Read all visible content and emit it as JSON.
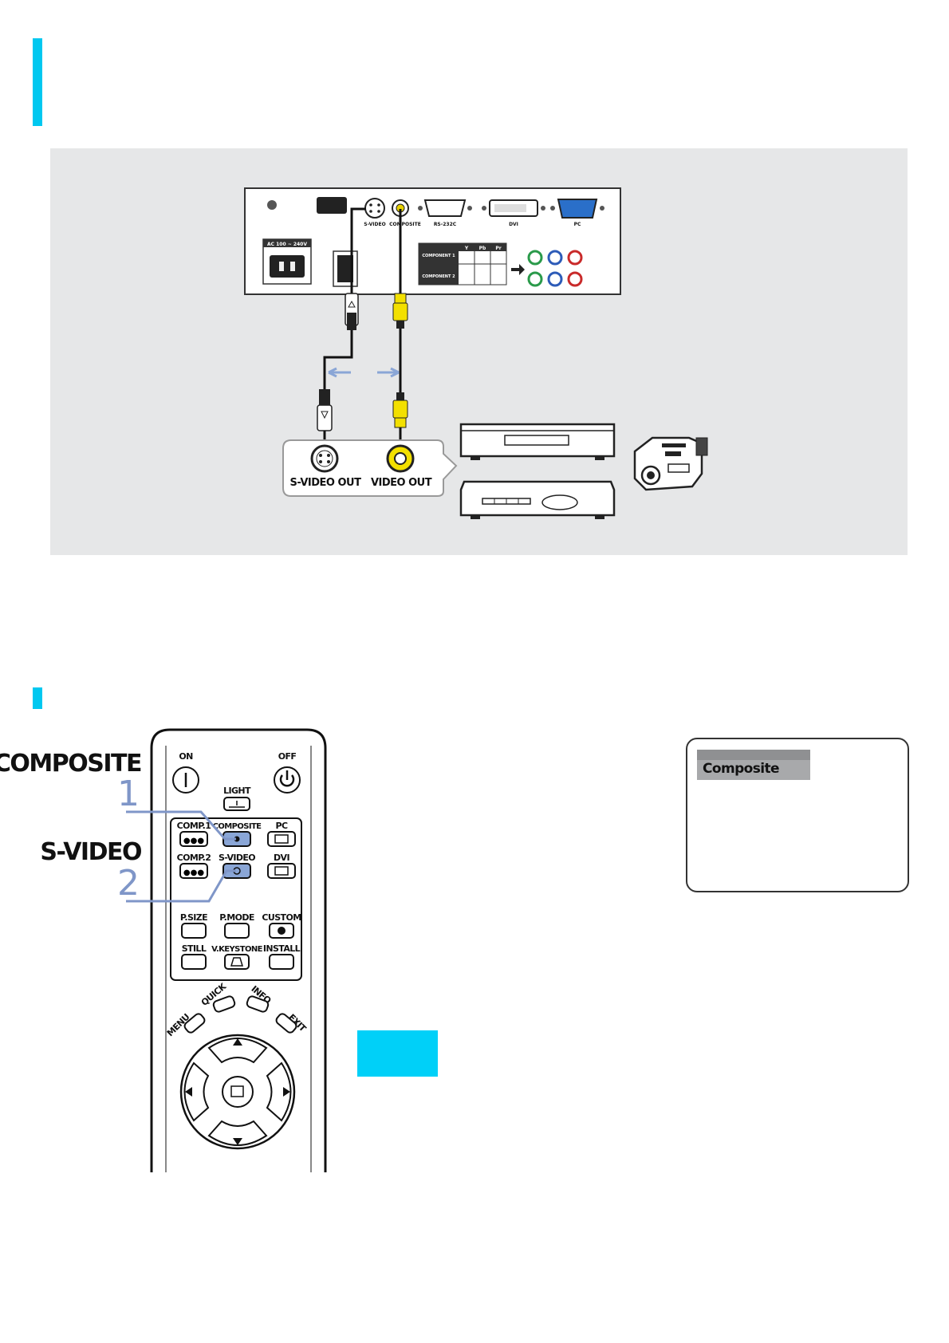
{
  "colors": {
    "accent": "#00c8f0",
    "panel": "#e6e7e8",
    "highlight": "#7f96c8",
    "cable_yellow": "#f3e000"
  },
  "projector_panel": {
    "ports": [
      "S-VIDEO",
      "COMPOSITE",
      "RS-232C",
      "DVI",
      "PC"
    ],
    "power": "AC 100 ~ 240V",
    "component_rows": [
      "COMPONENT 1",
      "COMPONENT 2"
    ],
    "component_cols": [
      "Y",
      "Pb",
      "Pr"
    ]
  },
  "source_device": {
    "svideo_out": "S-VIDEO OUT",
    "video_out": "VIDEO OUT"
  },
  "remote_steps": {
    "composite_title": "COMPOSITE",
    "composite_step": "1",
    "svideo_title": "S-VIDEO",
    "svideo_step": "2"
  },
  "remote": {
    "on": "ON",
    "off": "OFF",
    "light": "LIGHT",
    "comp1": "COMP.1",
    "composite": "COMPOSITE",
    "pc": "PC",
    "comp2": "COMP.2",
    "svideo": "S-VIDEO",
    "dvi": "DVI",
    "psize": "P.SIZE",
    "pmode": "P.MODE",
    "custom": "CUSTOM",
    "still": "STILL",
    "vkeystone": "V.KEYSTONE",
    "install": "INSTALL",
    "menu": "MENU",
    "quick": "QUICK",
    "info": "INFO",
    "exit": "EXIT"
  },
  "osd": {
    "title": "Composite"
  }
}
